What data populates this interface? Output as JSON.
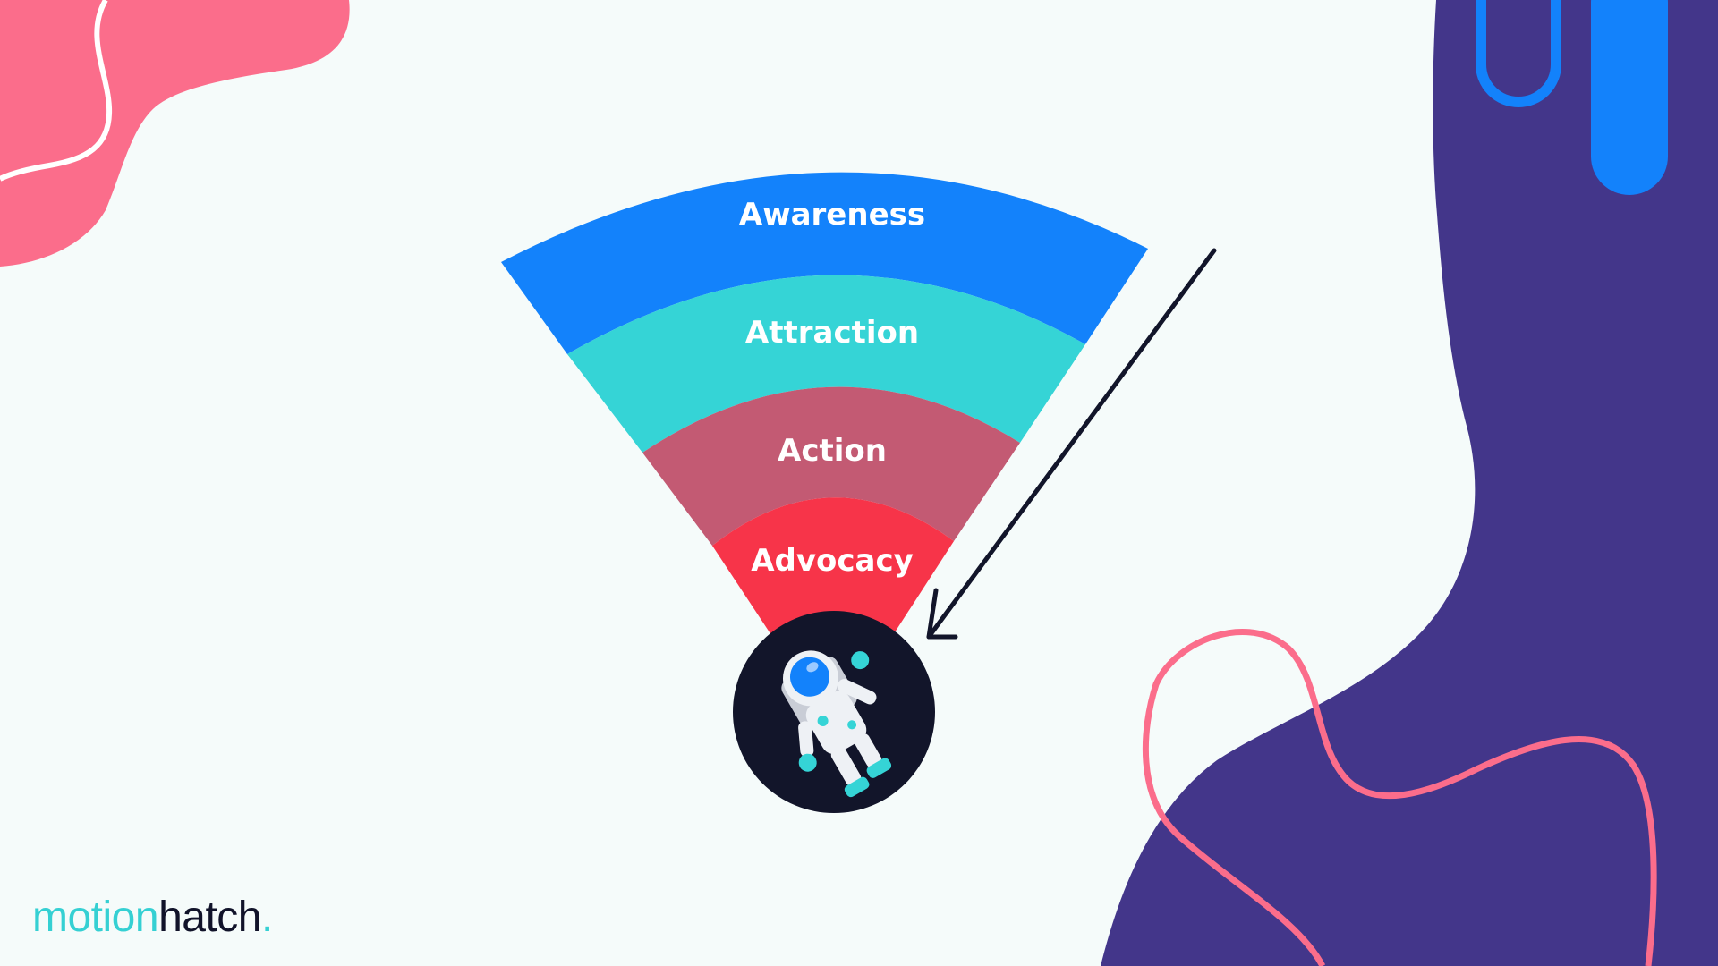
{
  "colors": {
    "background": "#f5fbfa",
    "awareness": "#1382fb",
    "attraction": "#35d4d6",
    "action": "#c35a73",
    "advocacy": "#f73449",
    "circle": "#12152a",
    "blob_pink": "#fb6d8b",
    "blob_purple": "#43368a",
    "bar_blue": "#1382fb",
    "logo_teal": "#35d0d3",
    "logo_dark": "#11132a"
  },
  "funnel": {
    "stages": [
      {
        "label": "Awareness"
      },
      {
        "label": "Attraction"
      },
      {
        "label": "Action"
      },
      {
        "label": "Advocacy"
      }
    ]
  },
  "icons": {
    "arrow": "arrow-icon",
    "astronaut": "astronaut-icon"
  },
  "logo": {
    "part_a": "motion",
    "part_b": "hatch",
    "dot": "."
  }
}
